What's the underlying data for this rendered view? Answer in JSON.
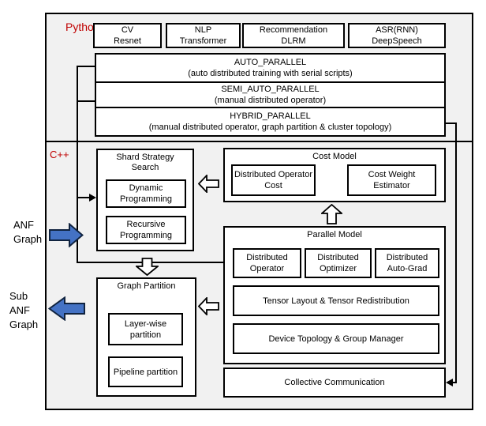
{
  "colors": {
    "label_red": "#c00000",
    "arrow_blue": "#4472c4",
    "section_bg": "#f1f1f1",
    "box_bg": "#ffffff",
    "line_black": "#000000"
  },
  "python_section": {
    "label": "Python",
    "model_boxes": [
      {
        "label": "CV\nResnet"
      },
      {
        "label": "NLP\nTransformer"
      },
      {
        "label": "Recommendation\nDLRM"
      },
      {
        "label": "ASR(RNN)\nDeepSpeech"
      }
    ],
    "parallel_modes": [
      {
        "title": "AUTO_PARALLEL",
        "desc": "(auto distributed training with serial scripts)"
      },
      {
        "title": "SEMI_AUTO_PARALLEL",
        "desc": "(manual distributed operator)"
      },
      {
        "title": "HYBRID_PARALLEL",
        "desc": "(manual distributed operator, graph partition & cluster topology)"
      }
    ]
  },
  "cpp_section": {
    "label": "C++",
    "shard_strategy": {
      "title": "Shard Strategy Search",
      "items": [
        "Dynamic Programming",
        "Recursive Programming"
      ]
    },
    "cost_model": {
      "title": "Cost Model",
      "items": [
        "Distributed Operator Cost",
        "Cost Weight Estimator"
      ]
    },
    "parallel_model": {
      "title": "Parallel Model",
      "row_items": [
        "Distributed Operator",
        "Distributed Optimizer",
        "Distributed Auto-Grad"
      ],
      "wide_items": [
        "Tensor Layout & Tensor Redistribution",
        "Device Topology & Group Manager"
      ]
    },
    "graph_partition": {
      "title": "Graph Partition",
      "items": [
        "Layer-wise partition",
        "Pipeline partition"
      ]
    },
    "collective_communication": "Collective Communication"
  },
  "side_labels": {
    "input": "ANF\nGraph",
    "output": "Sub\nANF\nGraph"
  },
  "icons": {
    "input_arrow": "blue-block-arrow-right",
    "output_arrow": "blue-block-arrow-left",
    "flow_cost_to_shard": "hollow-arrow-left",
    "flow_parallel_to_cost": "hollow-arrow-up",
    "flow_to_graph_partition": "hollow-arrow-down",
    "flow_parallel_to_graph": "hollow-arrow-left"
  }
}
